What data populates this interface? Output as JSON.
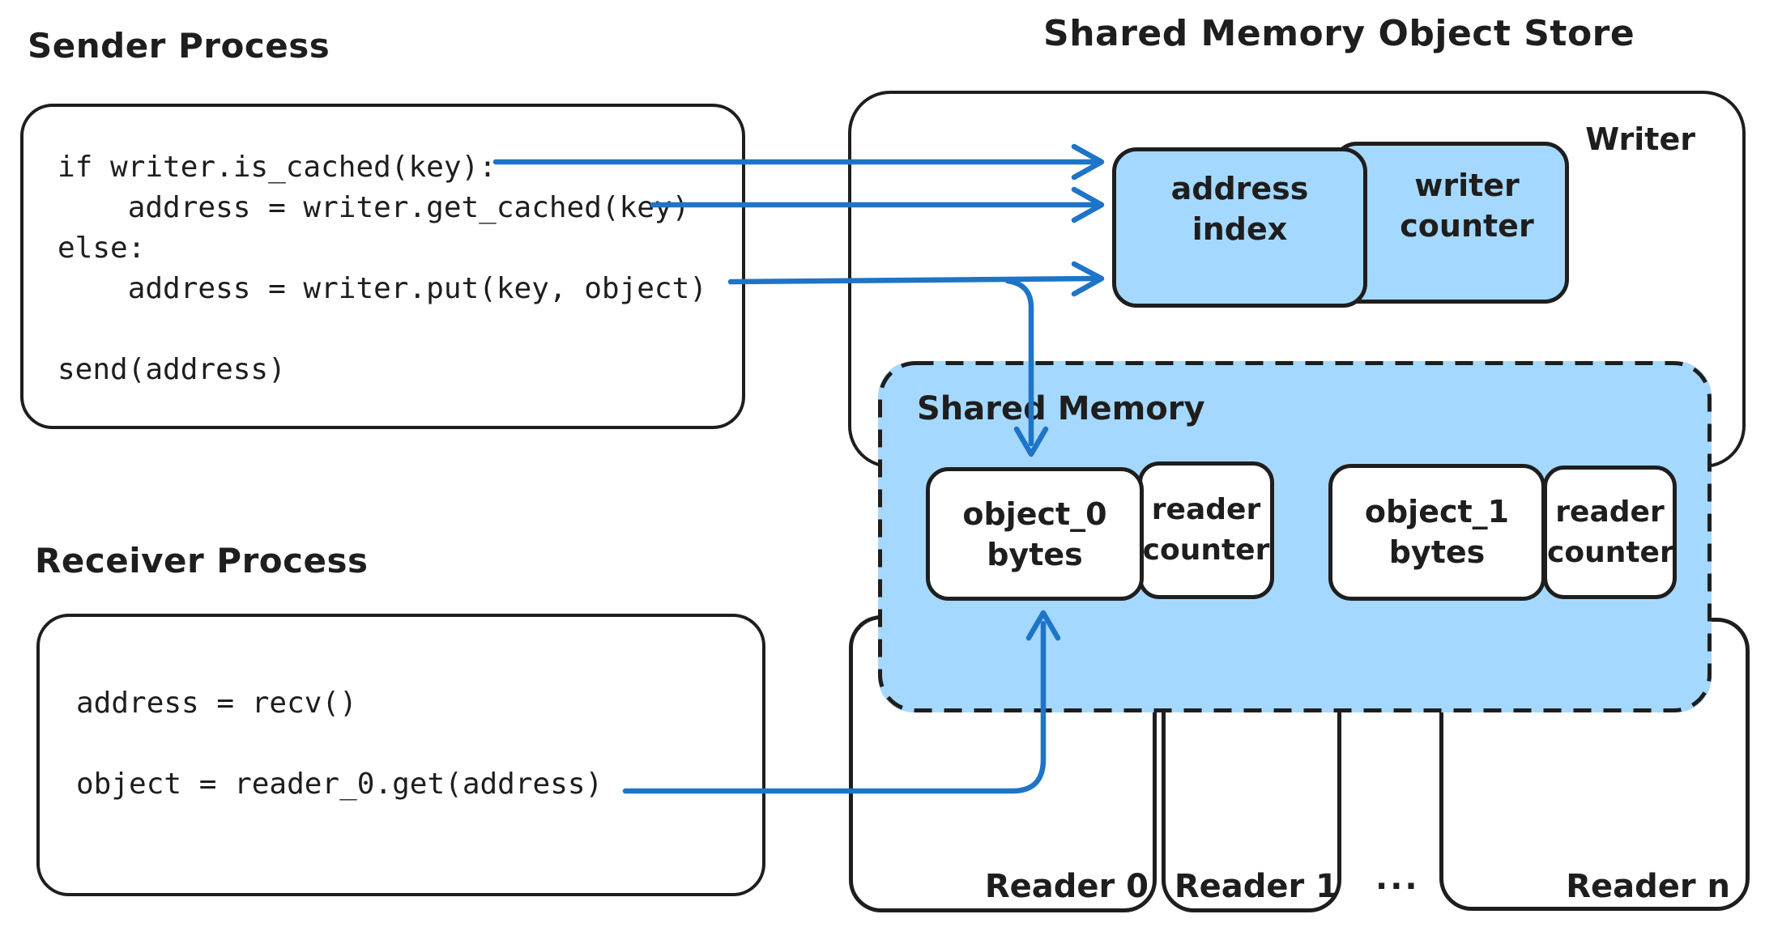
{
  "colors": {
    "ink": "#1e1e1e",
    "arrow_blue": "#1e74c6",
    "fill_blue": "#a5d8ff",
    "paper": "#ffffff"
  },
  "sender": {
    "title": "Sender Process",
    "code": "if writer.is_cached(key):\n    address = writer.get_cached(key)\nelse:\n    address = writer.put(key, object)\n\nsend(address)"
  },
  "receiver": {
    "title": "Receiver Process",
    "code": "address = recv()\n\nobject = reader_0.get(address)"
  },
  "store": {
    "title": "Shared Memory Object Store",
    "writer_label": "Writer",
    "address_index_label": "address\nindex",
    "writer_counter_label": "writer\ncounter",
    "shared_memory": {
      "label": "Shared Memory",
      "slots": [
        {
          "object_label": "object_0\nbytes",
          "counter_label": "reader\ncounter"
        },
        {
          "object_label": "object_1\nbytes",
          "counter_label": "reader\ncounter"
        }
      ]
    },
    "readers": {
      "items": [
        {
          "label": "Reader 0"
        },
        {
          "label": "Reader 1"
        },
        {
          "label": "Reader n"
        }
      ],
      "ellipsis": "..."
    }
  },
  "arrows": [
    {
      "from": "if writer.is_cached(key):",
      "to": "address index"
    },
    {
      "from": "address = writer.get_cached(key)",
      "to": "address index"
    },
    {
      "from": "address = writer.put(key, object)",
      "to": "address index"
    },
    {
      "from": "address = writer.put(key, object)",
      "to": "object_0 bytes"
    },
    {
      "from": "object = reader_0.get(address)",
      "to": "object_0 bytes"
    }
  ]
}
